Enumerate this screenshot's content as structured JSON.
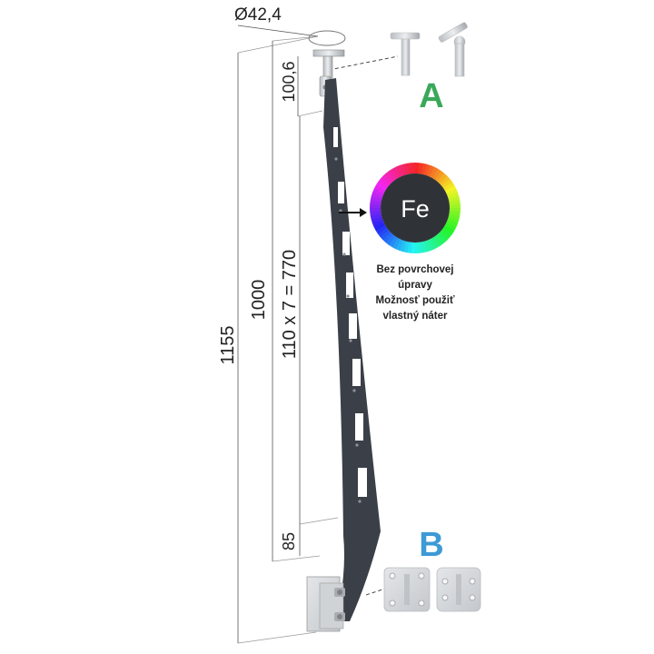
{
  "dimensions": {
    "tube_diameter": "Ø42,4",
    "overall_height": "1155",
    "post_height": "1000",
    "top_offset": "100,6",
    "hole_spacing": "110 x 7 = 770",
    "bottom_offset": "85"
  },
  "variant_labels": {
    "top": "A",
    "bottom": "B"
  },
  "material": {
    "symbol": "Fe",
    "note_lines": [
      "Bez povrchovej",
      "úpravy",
      "Možnosť použiť",
      "vlastný náter"
    ]
  },
  "colors": {
    "post": "#3b4048",
    "label_a": "#3aa85a",
    "label_b": "#3d9ad6",
    "badge_fill": "#2f3338"
  }
}
